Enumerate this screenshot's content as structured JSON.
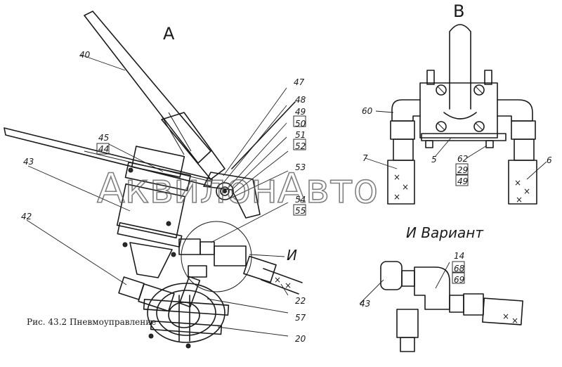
{
  "views": {
    "a": "А",
    "b": "В",
    "variant": "И Вариант"
  },
  "caption": "Рис. 43.2 Пневмоуправление",
  "watermark": "АквилонАвто",
  "callouts": {
    "c40": "40",
    "c47": "47",
    "c48": "48",
    "c49": "49",
    "c50": "50",
    "c51": "51",
    "c52": "52",
    "c53": "53",
    "c45": "45",
    "c44": "44",
    "c43": "43",
    "c42": "42",
    "c54": "54",
    "c55": "55",
    "cI": "И",
    "c22": "22",
    "c57": "57",
    "c20": "20",
    "c60": "60",
    "c7": "7",
    "c5": "5",
    "c62": "62",
    "c29": "29",
    "c49b": "49",
    "c6": "6",
    "c14": "14",
    "c68": "68",
    "c69": "69",
    "c43b": "43"
  }
}
